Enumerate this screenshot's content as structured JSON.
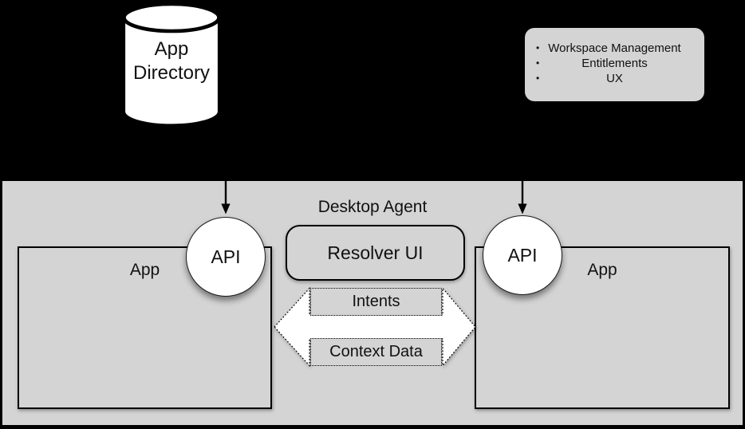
{
  "app_directory": {
    "label": "App\nDirectory"
  },
  "features_box": {
    "bullet": "•",
    "items": [
      "Workspace Management",
      "Entitlements",
      "UX"
    ]
  },
  "desktop_agent": {
    "title": "Desktop Agent",
    "resolver": {
      "label": "Resolver UI"
    },
    "apps": {
      "left_label": "App",
      "right_label": "App"
    },
    "api": {
      "left_label": "API",
      "right_label": "API"
    },
    "exchange_arrow": {
      "top_label": "Intents",
      "bottom_label": "Context Data"
    }
  },
  "colors": {
    "background": "#000000",
    "panel": "#d4d4d4",
    "shape_fill": "#ffffff",
    "stroke": "#000000",
    "text": "#111111"
  }
}
